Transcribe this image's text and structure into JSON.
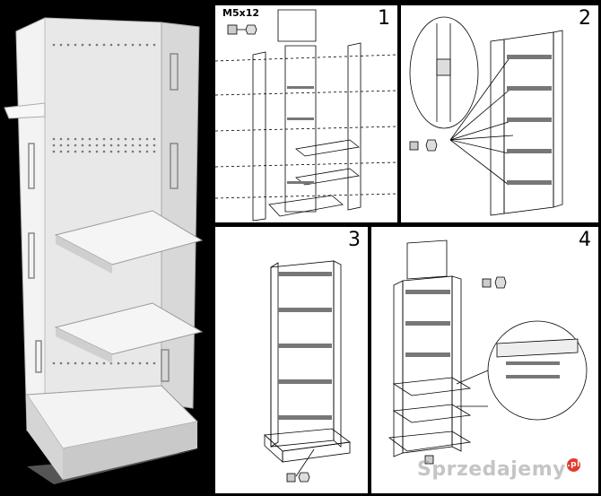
{
  "photo": {
    "description_icon": "product-photo"
  },
  "steps": [
    {
      "number": "1",
      "screw_label": "M5x12"
    },
    {
      "number": "2"
    },
    {
      "number": "3"
    },
    {
      "number": "4"
    }
  ],
  "watermark": {
    "brand": "Sprzedajemy",
    "suffix": ".pl"
  }
}
